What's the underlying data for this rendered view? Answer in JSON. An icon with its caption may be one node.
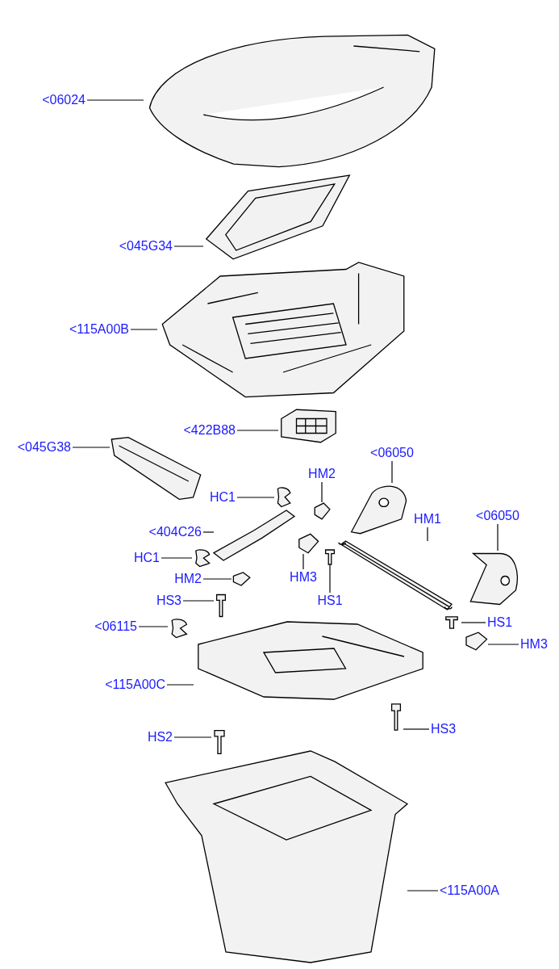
{
  "diagram": {
    "nodes": [
      {
        "text": [
          "<06024"
        ]
      },
      {
        "text": [],
        "shape": "picture"
      },
      {
        "text": [
          "<045G34"
        ]
      },
      {
        "text": [],
        "shape": "picture"
      },
      {
        "text": [
          "<115A00B"
        ]
      },
      {
        "text": [],
        "shape": "picture"
      },
      {
        "text": [
          "<422B88"
        ]
      },
      {
        "text": [],
        "shape": "picture"
      },
      {
        "text": [
          "<045G38"
        ]
      },
      {
        "text": [],
        "shape": "picture"
      },
      {
        "text": [
          "<06050"
        ]
      },
      {
        "text": [],
        "shape": "picture"
      },
      {
        "text": [
          "HM2"
        ]
      },
      {
        "text": [],
        "shape": "picture"
      },
      {
        "text": [
          "HC1"
        ]
      },
      {
        "text": [],
        "shape": "picture"
      },
      {
        "text": [
          "<06050"
        ]
      },
      {
        "text": [],
        "shape": "picture"
      },
      {
        "text": [
          "HM1"
        ]
      },
      {
        "text": [],
        "shape": "picture"
      },
      {
        "text": [
          "<404C26"
        ]
      },
      {
        "text": [],
        "shape": "picture"
      },
      {
        "text": [
          "HC1"
        ]
      },
      {
        "text": [],
        "shape": "picture"
      },
      {
        "text": [
          "HM2"
        ]
      },
      {
        "text": [],
        "shape": "picture"
      },
      {
        "text": [
          "HM3"
        ]
      },
      {
        "text": [],
        "shape": "picture"
      },
      {
        "text": [
          "HS1"
        ]
      },
      {
        "text": [],
        "shape": "picture"
      },
      {
        "text": [
          "HS3"
        ]
      },
      {
        "text": [],
        "shape": "picture"
      },
      {
        "text": [
          "<06115"
        ]
      },
      {
        "text": [],
        "shape": "picture"
      },
      {
        "text": [
          "HS1"
        ]
      },
      {
        "text": [],
        "shape": "picture"
      },
      {
        "text": [
          "<115A00C"
        ]
      },
      {
        "text": [],
        "shape": "picture"
      },
      {
        "text": [
          "HM3"
        ]
      },
      {
        "text": [],
        "shape": "picture"
      },
      {
        "text": [
          "HS3"
        ]
      },
      {
        "text": [],
        "shape": "picture"
      },
      {
        "text": [
          "HS2"
        ]
      },
      {
        "text": [],
        "shape": "picture"
      },
      {
        "text": [
          "<115A00A"
        ]
      },
      {
        "text": [],
        "shape": "picture"
      }
    ],
    "edges": [
      {
        "from": 0,
        "to": 1,
        "arrow": "none"
      },
      {
        "from": 2,
        "to": 3,
        "arrow": "none"
      },
      {
        "from": 4,
        "to": 5,
        "arrow": "none"
      },
      {
        "from": 6,
        "to": 7,
        "arrow": "none"
      },
      {
        "from": 8,
        "to": 9,
        "arrow": "none"
      },
      {
        "from": 10,
        "to": 11,
        "arrow": "none"
      },
      {
        "from": 12,
        "to": 13,
        "arrow": "none"
      },
      {
        "from": 14,
        "to": 15,
        "arrow": "none"
      },
      {
        "from": 16,
        "to": 17,
        "arrow": "none"
      },
      {
        "from": 18,
        "to": 19,
        "arrow": "none"
      },
      {
        "from": 20,
        "to": 21,
        "arrow": "none"
      },
      {
        "from": 22,
        "to": 23,
        "arrow": "none"
      },
      {
        "from": 24,
        "to": 25,
        "arrow": "none"
      },
      {
        "from": 26,
        "to": 27,
        "arrow": "none"
      },
      {
        "from": 28,
        "to": 29,
        "arrow": "none"
      },
      {
        "from": 30,
        "to": 31,
        "arrow": "none"
      },
      {
        "from": 32,
        "to": 33,
        "arrow": "none"
      },
      {
        "from": 34,
        "to": 35,
        "arrow": "none"
      },
      {
        "from": 36,
        "to": 37,
        "arrow": "none"
      },
      {
        "from": 38,
        "to": 39,
        "arrow": "none"
      },
      {
        "from": 40,
        "to": 41,
        "arrow": "none"
      },
      {
        "from": 42,
        "to": 43,
        "arrow": "none"
      },
      {
        "from": 44,
        "to": 45,
        "arrow": "none"
      }
    ]
  }
}
